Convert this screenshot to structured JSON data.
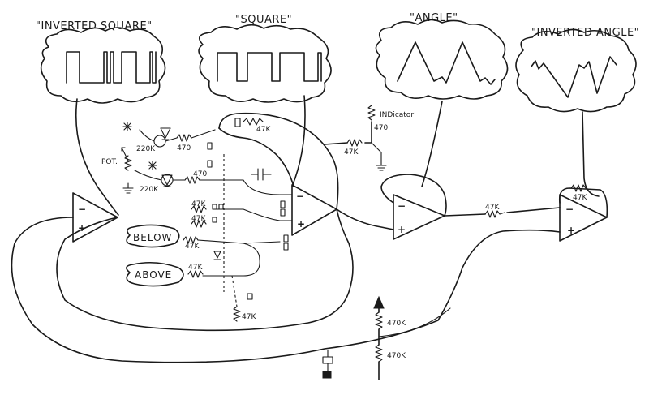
{
  "waveforms": {
    "inverted_square": "\"INVERTED SQUARE\"",
    "square": "\"SQUARE\"",
    "angle": "\"ANGLE\"",
    "inverted_angle": "\"INVERTED ANGLE\""
  },
  "labels": {
    "pot": "POT.",
    "indicator": "INDicator",
    "below": "BELOW",
    "above": "ABOVE"
  },
  "resistors": {
    "r_47k_top": "47K",
    "r_470_indicator": "470",
    "r_47k_indicator": "47K",
    "r_220k_a": "220K",
    "r_470_a": "470",
    "r_220k_b": "220K",
    "r_470_b": "470",
    "r_47k_a": "47K",
    "r_47k_b": "47K",
    "r_47k_below": "47K",
    "r_47k_above": "47K",
    "r_47k_bottom": "47K",
    "r_47k_angle": "47K",
    "r_47k_inv": "47K",
    "r_470k_top": "470K",
    "r_470k_bottom": "470K"
  },
  "opamp_signs": {
    "minus": "−",
    "plus": "+"
  },
  "colors": {
    "ink": "#1a1a1a",
    "paper": "#ffffff"
  }
}
